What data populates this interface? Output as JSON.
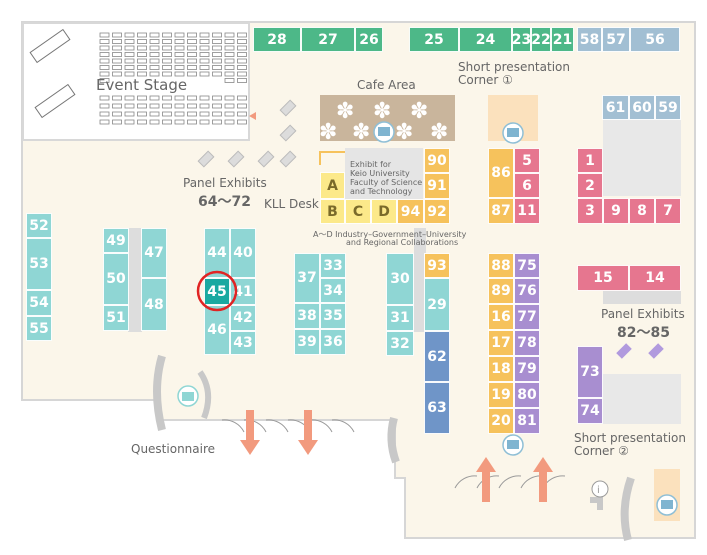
{
  "labels": {
    "event_stage": "Event Stage",
    "cafe_area": "Cafe Area",
    "short_corner_1_line1": "Short presentation",
    "short_corner_1_line2": "Corner ①",
    "short_corner_2_line1": "Short presentation",
    "short_corner_2_line2": "Corner ②",
    "panel_exhibits_left_line1": "Panel Exhibits",
    "panel_exhibits_left_line2": "64～72",
    "panel_exhibits_right_line1": "Panel Exhibits",
    "panel_exhibits_right_line2": "82～85",
    "kll_desk": "KLL Desk",
    "keio_exhibit_line1": "Exhibit for",
    "keio_exhibit_line2": "Keio University",
    "keio_exhibit_line3": "Faculty of Science",
    "keio_exhibit_line4": "and Technology",
    "industry_line1": "A～D  Industry–Government–University",
    "industry_line2": "and Regional Collaborations",
    "questionnaire": "Questionnaire"
  },
  "colors": {
    "green": "#4db888",
    "steel": "#a2bfd3",
    "teal": "#8fd6d4",
    "highlight_teal": "#1aa9a1",
    "yellow": "#fce98a",
    "orange": "#f6c25c",
    "pink": "#e6768f",
    "lavender": "#a88ed0",
    "blue": "#6f95c8",
    "cafe": "#c9b59c",
    "peach": "#fbe1bd",
    "arrow": "#f29a7e",
    "panel_purple": "#b19ade",
    "circle": "#e02424"
  },
  "highlighted_booth": "45",
  "booths": {
    "b28": "28",
    "b27": "27",
    "b26": "26",
    "b25": "25",
    "b24": "24",
    "b23": "23",
    "b22": "22",
    "b21": "21",
    "b58": "58",
    "b57": "57",
    "b56": "56",
    "b61": "61",
    "b60": "60",
    "b59": "59",
    "b52": "52",
    "b53": "53",
    "b54": "54",
    "b55": "55",
    "b49": "49",
    "b50": "50",
    "b51": "51",
    "b47": "47",
    "b48": "48",
    "b44": "44",
    "b40": "40",
    "b45": "45",
    "b41": "41",
    "b42": "42",
    "b46": "46",
    "b43": "43",
    "b37": "37",
    "b33": "33",
    "b34": "34",
    "b38": "38",
    "b35": "35",
    "b39": "39",
    "b36": "36",
    "b30": "30",
    "b31": "31",
    "b32": "32",
    "b93": "93",
    "b29": "29",
    "b62": "62",
    "b63": "63",
    "bA": "A",
    "bB": "B",
    "bC": "C",
    "bD": "D",
    "b94": "94",
    "b90": "90",
    "b91": "91",
    "b92": "92",
    "b86": "86",
    "b87": "87",
    "b5": "5",
    "b6": "6",
    "b11": "11",
    "b88": "88",
    "b75": "75",
    "b89": "89",
    "b76": "76",
    "b16": "16",
    "b77": "77",
    "b17": "17",
    "b78": "78",
    "b18": "18",
    "b79": "79",
    "b19": "19",
    "b80": "80",
    "b20": "20",
    "b81": "81",
    "b1": "1",
    "b2": "2",
    "b3": "3",
    "b9": "9",
    "b8": "8",
    "b7": "7",
    "b15": "15",
    "b14": "14",
    "b73": "73",
    "b74": "74"
  }
}
